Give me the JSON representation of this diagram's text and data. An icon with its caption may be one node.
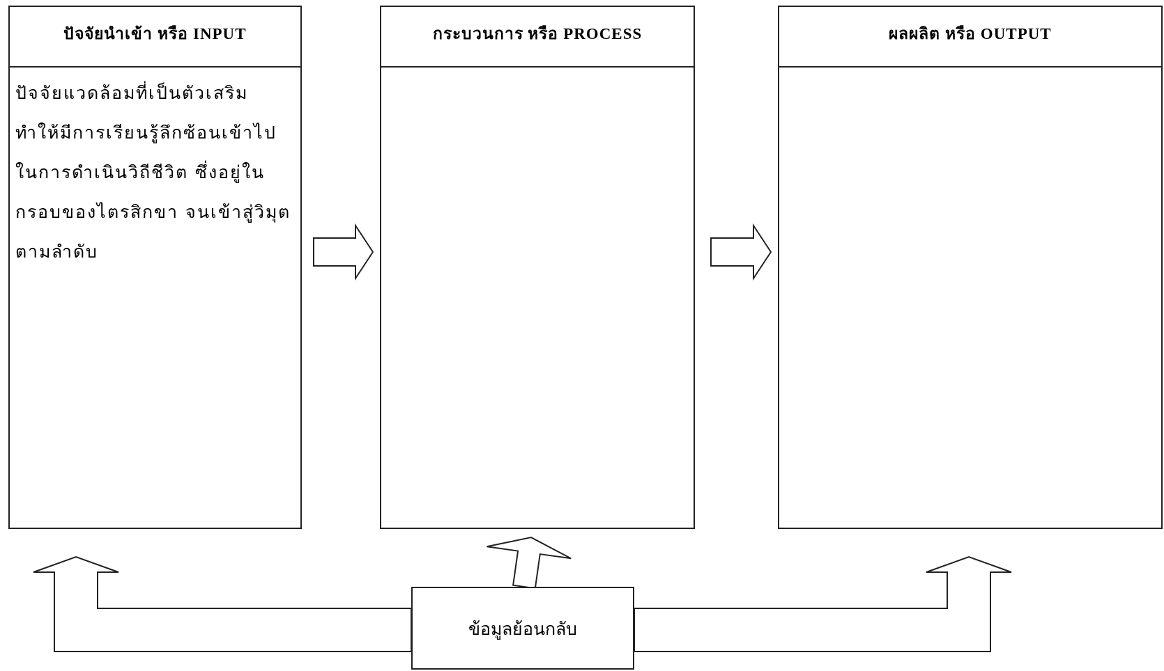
{
  "diagram": {
    "nodes": [
      {
        "text": [
          "ปัจจัยนำเข้า หรือ INPUT",
          "ปัจจัยแวดล้อมที่เป็นตัวเสริม ทำให้มีการเรียนรู้ลึกซ้อนเข้าไปในการดำเนินวิถีชีวิต ซึ่งอยู่ในกรอบของไตรสิกขา จนเข้าสู่วิมุตตามลำดับ"
        ]
      },
      {
        "text": [
          "กระบวนการ หรือ PROCESS"
        ]
      },
      {
        "text": [
          "ผลผลิต หรือ OUTPUT"
        ]
      },
      {
        "text": [
          "ข้อมูลย้อนกลับ"
        ]
      }
    ],
    "edges": [
      {
        "from": 0,
        "to": 1,
        "arrow": "to"
      },
      {
        "from": 1,
        "to": 2,
        "arrow": "to"
      },
      {
        "from": 3,
        "to": 0,
        "arrow": "to"
      },
      {
        "from": 3,
        "to": 1,
        "arrow": "to"
      },
      {
        "from": 3,
        "to": 2,
        "arrow": "to"
      }
    ]
  }
}
